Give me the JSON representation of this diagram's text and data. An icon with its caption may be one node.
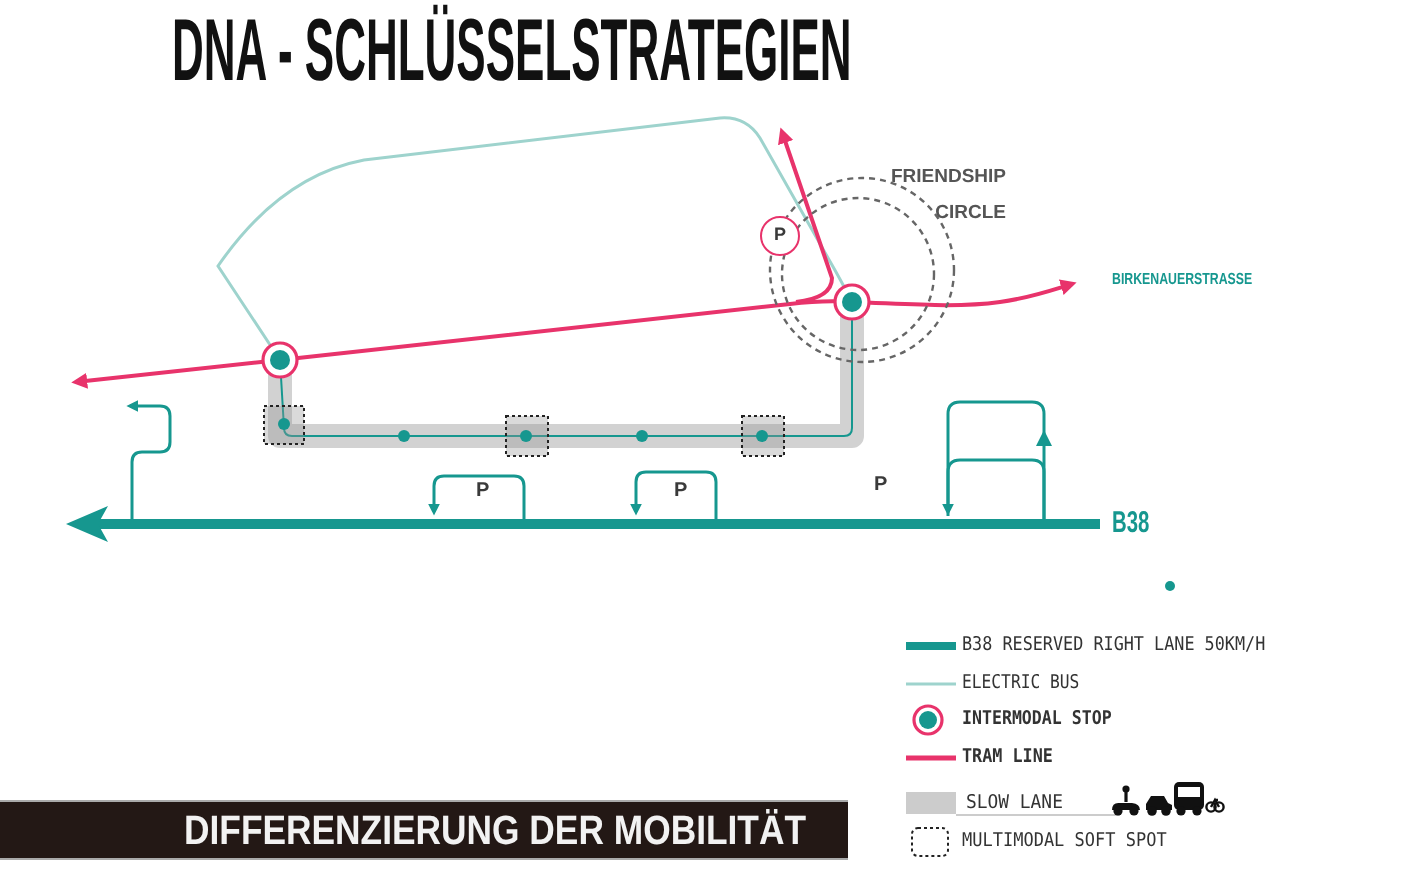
{
  "diagram": {
    "title": "DNA - SCHLÜSSELSTRATEGIEN",
    "caption": "DIFFERENZIERUNG DER MOBILITÄT",
    "nodes": [
      {
        "text": [
          "FRIENDSHIP CIRCLE"
        ]
      },
      {
        "text": [
          "P"
        ]
      }
    ],
    "labels": [
      "BIRKENAUERSTRASSE",
      "P",
      "P",
      "P",
      "B38"
    ],
    "legend": [
      {
        "text": "B38 RESERVED RIGHT LANE 50KM/H"
      },
      {
        "text": "ELECTRIC BUS"
      },
      {
        "text": "INTERMODAL STOP"
      },
      {
        "text": "TRAM LINE"
      },
      {
        "text": "SLOW LANE",
        "color": "#cccccc"
      },
      {
        "text": "MULTIMODAL SOFT SPOT"
      }
    ]
  }
}
